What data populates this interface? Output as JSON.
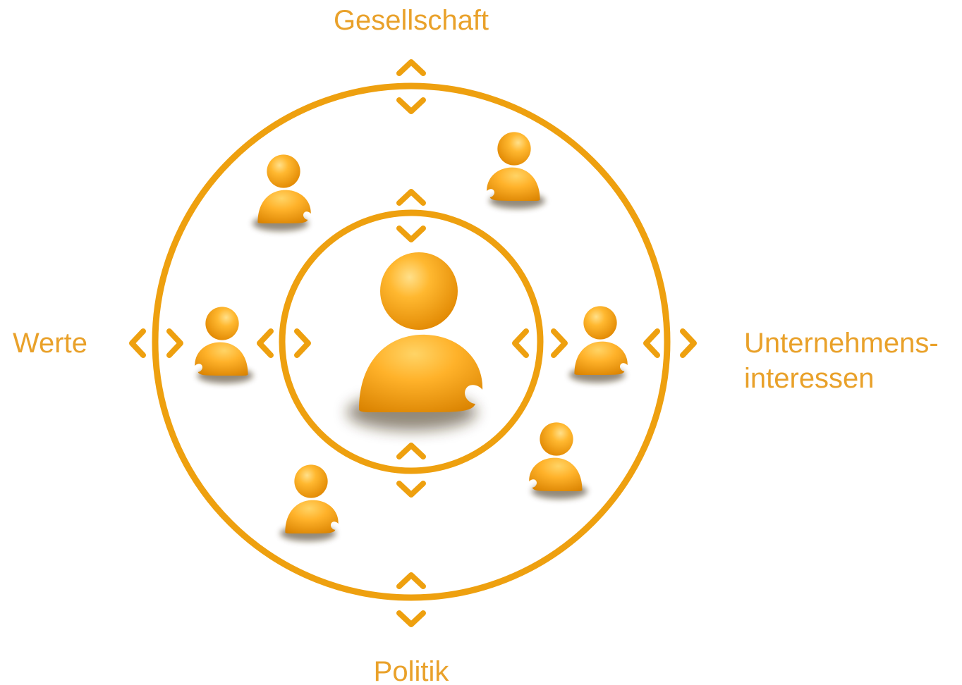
{
  "labels": {
    "top": "Gesellschaft",
    "left": "Werte",
    "right_line1": "Unternehmens-",
    "right_line2": "interessen",
    "bottom": "Politik"
  },
  "colors": {
    "accent": "#EEA00F",
    "label": "#E9A12A",
    "figure_light": "#FFC24A",
    "figure_dark": "#E08E00"
  },
  "icons": {
    "center": "person-icon",
    "satellite": "person-icon",
    "arrows": "chevron-icon"
  }
}
